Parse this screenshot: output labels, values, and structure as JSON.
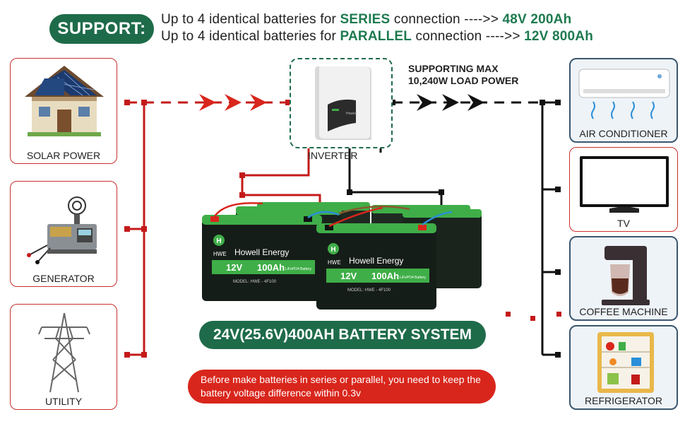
{
  "support": {
    "badge": "SUPPORT:",
    "series": {
      "pre": "Up to 4 identical batteries for ",
      "mode": "SERIES",
      "mid": " connection ---->> ",
      "result": "48V 200Ah"
    },
    "parallel": {
      "pre": "Up to 4 identical batteries for ",
      "mode": "PARALLEL",
      "mid": " connection ---->> ",
      "result": "12V 800Ah"
    }
  },
  "sources": [
    {
      "label": "SOLAR POWER",
      "icon": "solar-house-icon"
    },
    {
      "label": "GENERATOR",
      "icon": "generator-icon"
    },
    {
      "label": "UTILITY",
      "icon": "power-tower-icon"
    }
  ],
  "inverter": {
    "label": "INVERTER",
    "brand": "Howell"
  },
  "load": {
    "line1": "SUPPORTING MAX",
    "line2": "10,240W LOAD POWER"
  },
  "appliances": [
    {
      "label": "AIR CONDITIONER",
      "icon": "air-conditioner-icon"
    },
    {
      "label": "TV",
      "icon": "tv-icon"
    },
    {
      "label": "COFFEE MACHINE",
      "icon": "coffee-machine-icon"
    },
    {
      "label": "REFRIGERATOR",
      "icon": "refrigerator-icon"
    }
  ],
  "battery": {
    "logo": "HWE",
    "brand": "Howell Energy",
    "voltage": "12V",
    "capacity": "100Ah",
    "chemistry": "LiFePO4 Battery",
    "model": "MODEL: HWE - 4F100"
  },
  "system_banner": "24V(25.6V)400AH BATTERY SYSTEM",
  "warning": "Before make batteries in series or parallel, you need to keep the battery voltage difference within 0.3v",
  "colors": {
    "green": "#1e6b4a",
    "red": "#d9261c",
    "wire_red": "#c41a1a",
    "black": "#111111",
    "battery_green": "#3fae48"
  }
}
